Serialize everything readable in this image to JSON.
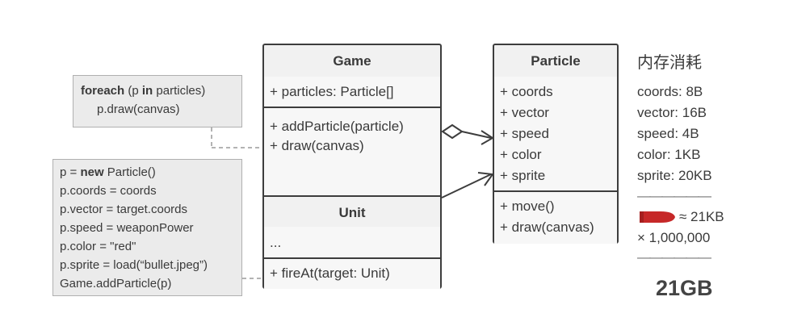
{
  "game": {
    "title": "Game",
    "fields": [
      "+ particles: Particle[]"
    ],
    "methods": [
      "+ addParticle(particle)",
      "+ draw(canvas)"
    ]
  },
  "unit": {
    "title": "Unit",
    "fields": [
      "..."
    ],
    "methods": [
      "+ fireAt(target: Unit)"
    ]
  },
  "particle": {
    "title": "Particle",
    "fields": [
      "+ coords",
      "+ vector",
      "+ speed",
      "+ color",
      "+ sprite"
    ],
    "methods": [
      "+ move()",
      "+ draw(canvas)"
    ]
  },
  "note_draw": {
    "line1": {
      "kw1": "foreach",
      "t1": " (p ",
      "kw2": "in",
      "t2": " particles)"
    },
    "line2": "p.draw(canvas)"
  },
  "note_fire": {
    "line1": {
      "t1": "p = ",
      "kw": "new",
      "t2": " Particle()"
    },
    "lines": [
      "p.coords = coords",
      "p.vector = target.coords",
      "p.speed = weaponPower",
      "p.color = \"red\"",
      "p.sprite = load(“bullet.jpeg”)",
      "Game.addParticle(p)"
    ]
  },
  "memory": {
    "title": "内存消耗",
    "items": [
      "coords: 8B",
      "vector: 16B",
      "speed: 4B",
      "color: 1KB",
      "sprite: 20KB"
    ],
    "divider": "——————",
    "per_particle": "≈ 21KB",
    "multiplier": "× 1,000,000",
    "total": "21GB"
  },
  "colors": {
    "border": "#3d3d3d",
    "note_bg": "#ebebeb",
    "bullet": "#c62828"
  }
}
